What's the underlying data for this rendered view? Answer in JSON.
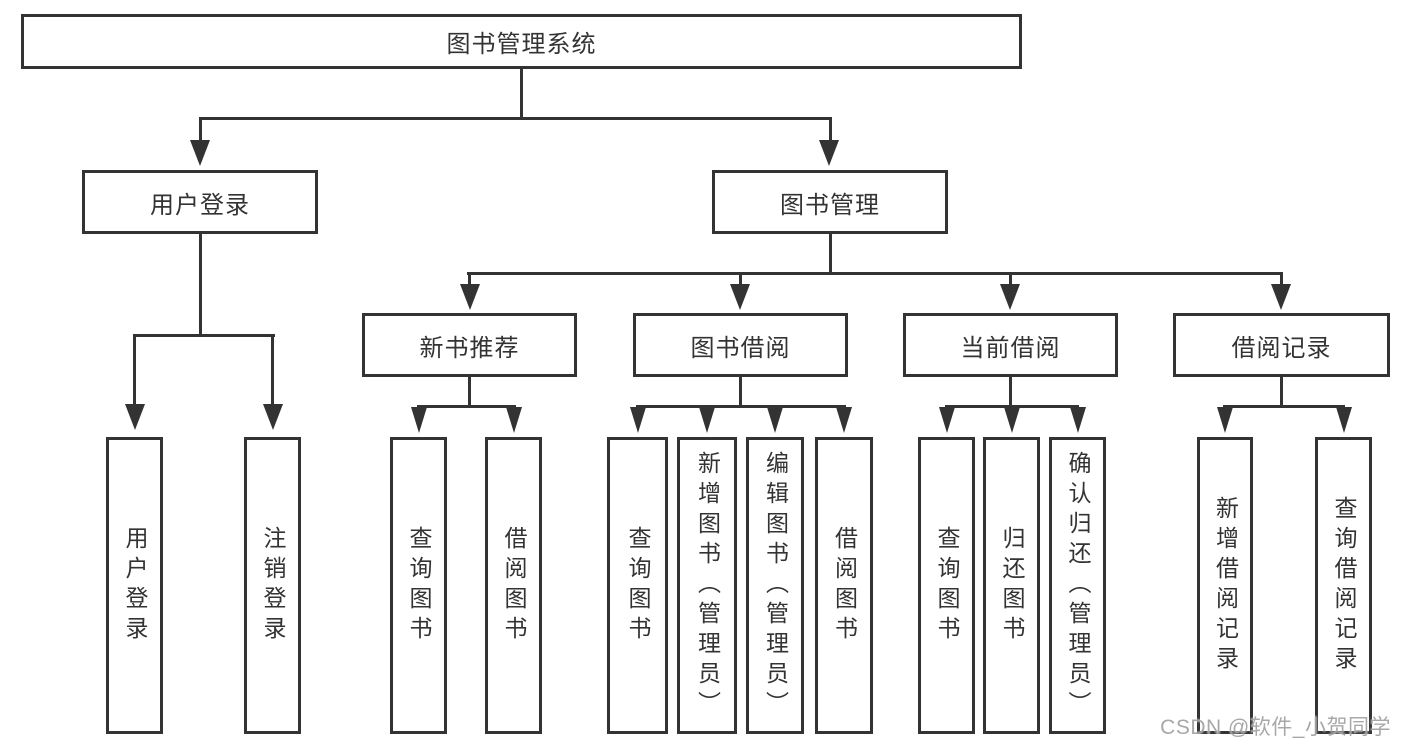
{
  "diagram": {
    "title": "图书管理系统",
    "line_color": "#333333",
    "branches": [
      {
        "label": "用户登录",
        "children": [
          "用户登录",
          "注销登录"
        ]
      },
      {
        "label": "图书管理",
        "groups": [
          {
            "label": "新书推荐",
            "children": [
              "查询图书",
              "借阅图书"
            ]
          },
          {
            "label": "图书借阅",
            "children": [
              "查询图书",
              "新增图书（管理员）",
              "编辑图书（管理员）",
              "借阅图书"
            ]
          },
          {
            "label": "当前借阅",
            "children": [
              "查询图书",
              "归还图书",
              "确认归还（管理员）"
            ]
          },
          {
            "label": "借阅记录",
            "children": [
              "新增借阅记录",
              "查询借阅记录"
            ]
          }
        ]
      }
    ],
    "watermark": "CSDN @软件_小贺同学"
  }
}
